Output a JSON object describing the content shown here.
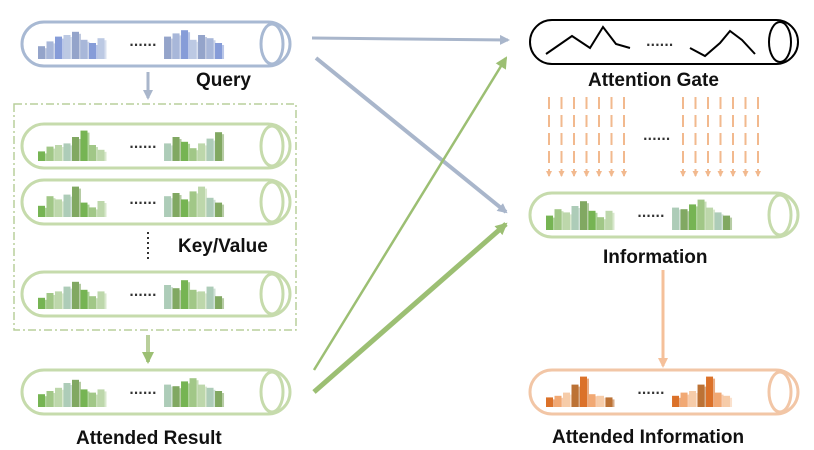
{
  "labels": {
    "query": "Query",
    "key_value": "Key/Value",
    "attended_result": "Attended Result",
    "attention_gate": "Attention Gate",
    "information": "Information",
    "attended_information": "Attended Information"
  },
  "ellipsis": "......",
  "colors": {
    "query_tube": "#a8b9d3",
    "query_bars": [
      "#8e9fc7",
      "#a3b3d7",
      "#7f97d6",
      "#b8c6e2"
    ],
    "green_tube": "#c6dbac",
    "green_bars": [
      "#6fb04a",
      "#9cc481",
      "#b9d5a6",
      "#a9c9b4",
      "#7aa35a"
    ],
    "orange_tube": "#f2c6a6",
    "orange_bars": [
      "#d9691e",
      "#f0a36b",
      "#f6c9a4",
      "#b86a2a"
    ],
    "arrow_blue": "#a9b6cb",
    "arrow_green": "#9cbf73",
    "arrow_orange": "#f5c09a",
    "dashed_box": "#b9cf9b",
    "gate_tube": "#000000"
  },
  "tubes": {
    "query": [
      0.4,
      0.55,
      0.7,
      0.75,
      0.85,
      0.6,
      0.5,
      0.65,
      0.7,
      0.8,
      0.9,
      0.6,
      0.75,
      0.65,
      0.5
    ],
    "key_value_1": [
      0.3,
      0.45,
      0.5,
      0.55,
      0.75,
      0.95,
      0.5,
      0.35,
      0.55,
      0.75,
      0.6,
      0.4,
      0.55,
      0.7,
      0.9
    ],
    "key_value_2": [
      0.35,
      0.65,
      0.55,
      0.7,
      0.95,
      0.45,
      0.3,
      0.5,
      0.65,
      0.75,
      0.55,
      0.8,
      0.95,
      0.6,
      0.45
    ],
    "key_value_3": [
      0.35,
      0.5,
      0.55,
      0.7,
      0.85,
      0.6,
      0.4,
      0.55,
      0.75,
      0.65,
      0.9,
      0.6,
      0.55,
      0.7,
      0.4
    ],
    "attended_result": [
      0.4,
      0.5,
      0.6,
      0.75,
      0.85,
      0.55,
      0.45,
      0.55,
      0.7,
      0.65,
      0.8,
      0.9,
      0.7,
      0.6,
      0.5
    ],
    "information": [
      0.45,
      0.65,
      0.55,
      0.75,
      0.9,
      0.6,
      0.4,
      0.6,
      0.7,
      0.65,
      0.8,
      0.95,
      0.7,
      0.55,
      0.45
    ],
    "attended_information": [
      0.3,
      0.35,
      0.45,
      0.7,
      0.95,
      0.4,
      0.35,
      0.3,
      0.35,
      0.45,
      0.5,
      0.7,
      0.95,
      0.45,
      0.35
    ]
  }
}
